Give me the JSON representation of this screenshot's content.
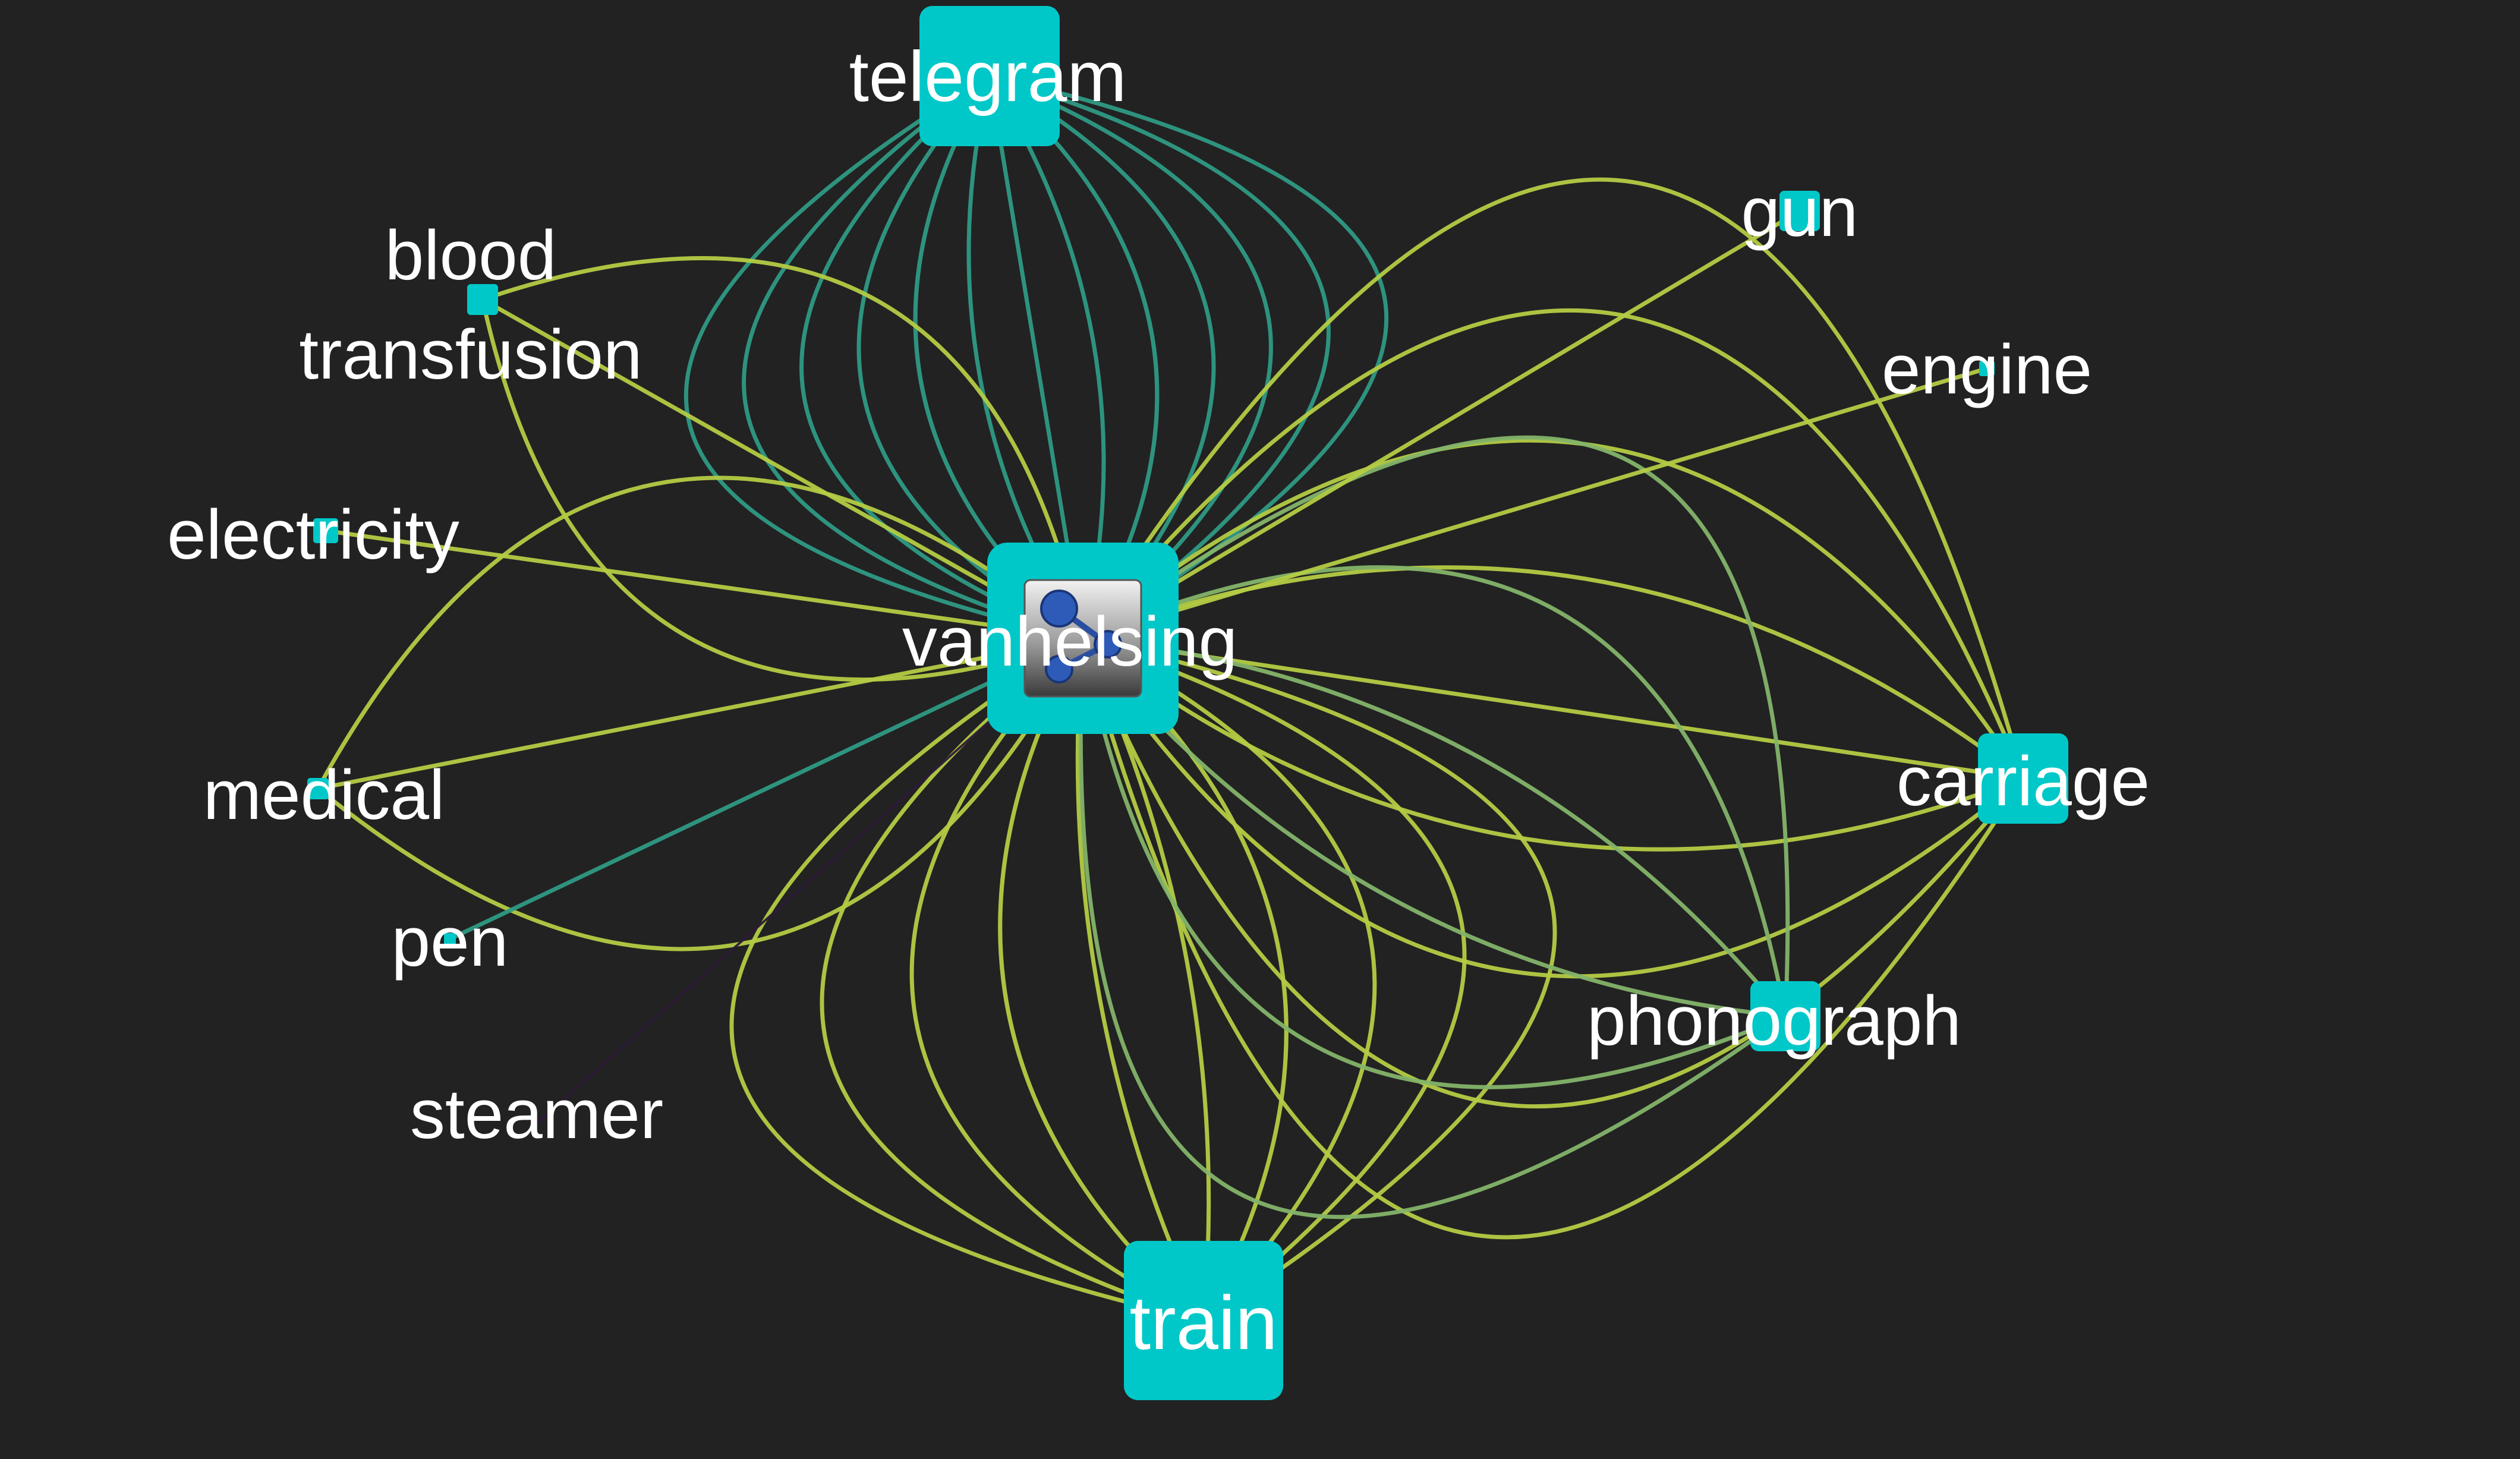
{
  "colors": {
    "background": "#222222",
    "node": "#00c8c8",
    "edge_teal": "#2f9a84",
    "edge_green": "#b4cc44",
    "edge_mid": "#84b46a",
    "edge_dark": "#2e1a3a",
    "label": "#ffffff"
  },
  "graph": {
    "center": "vanhelsing",
    "center_icon": "network-app-icon",
    "nodes": [
      {
        "id": "vanhelsing",
        "label": "vanhelsing"
      },
      {
        "id": "telegram",
        "label": "telegram"
      },
      {
        "id": "train",
        "label": "train"
      },
      {
        "id": "carriage",
        "label": "carriage"
      },
      {
        "id": "phonograph",
        "label": "phonograph"
      },
      {
        "id": "gun",
        "label": "gun"
      },
      {
        "id": "engine",
        "label": "engine"
      },
      {
        "id": "blood_transfusion",
        "label_line1": "blood",
        "label_line2": "transfusion"
      },
      {
        "id": "electricity",
        "label": "electricity"
      },
      {
        "id": "medical",
        "label": "medical"
      },
      {
        "id": "pen",
        "label": "pen"
      },
      {
        "id": "steamer",
        "label": "steamer"
      }
    ],
    "edges": [
      {
        "target": "telegram",
        "count": 13,
        "color": "edge_teal"
      },
      {
        "target": "train",
        "count": 10,
        "color": "edge_green"
      },
      {
        "target": "carriage",
        "count": 9,
        "color": "edge_green"
      },
      {
        "target": "phonograph",
        "count": 6,
        "color": "edge_mid"
      },
      {
        "target": "blood_transfusion",
        "count": 3,
        "color": "edge_green"
      },
      {
        "target": "medical",
        "count": 3,
        "color": "edge_green"
      },
      {
        "target": "electricity",
        "count": 1,
        "color": "edge_green"
      },
      {
        "target": "gun",
        "count": 1,
        "color": "edge_green"
      },
      {
        "target": "engine",
        "count": 1,
        "color": "edge_green"
      },
      {
        "target": "pen",
        "count": 1,
        "color": "edge_teal"
      },
      {
        "target": "steamer",
        "count": 1,
        "color": "edge_dark"
      }
    ]
  }
}
